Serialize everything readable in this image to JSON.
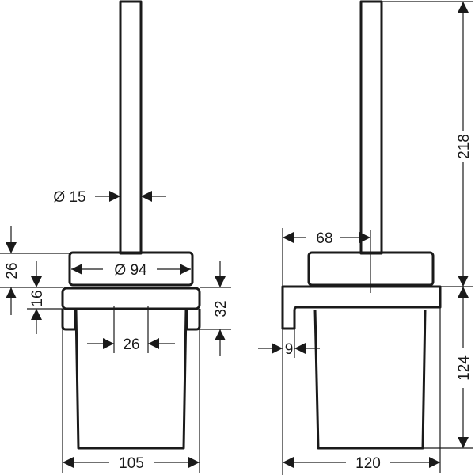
{
  "drawing": {
    "front_view": {
      "dimensions": {
        "handle_diameter": "Ø 15",
        "lid_diameter": "Ø 94",
        "lid_height": "26",
        "cap_height": "16",
        "tab_height": "32",
        "hole_spacing": "26",
        "overall_width": "105"
      }
    },
    "side_view": {
      "dimensions": {
        "handle_offset": "68",
        "wall_thickness": "9",
        "handle_height": "218",
        "body_height": "124",
        "overall_depth": "120"
      }
    },
    "line_color": "#1a1a1a"
  }
}
